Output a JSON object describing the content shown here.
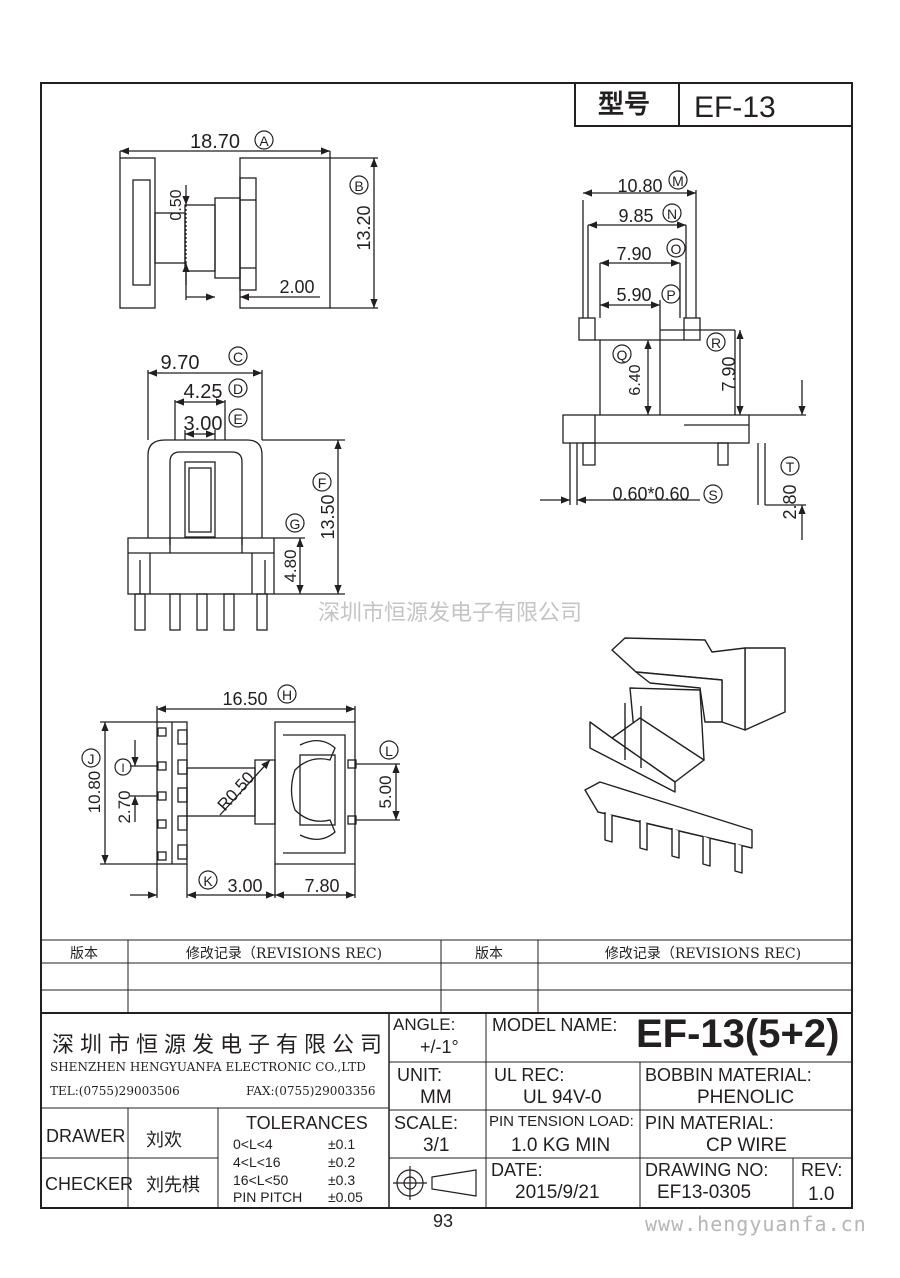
{
  "header": {
    "model_label": "型号",
    "model_value": "EF-13"
  },
  "watermark": "深圳市恒源发电子有限公司",
  "dimensions": {
    "A": {
      "letter": "A",
      "value": "18.70"
    },
    "B": {
      "letter": "B",
      "value": "13.20"
    },
    "small_050": "0.50",
    "small_200": "2.00",
    "C": {
      "letter": "C",
      "value": "9.70"
    },
    "D": {
      "letter": "D",
      "value": "4.25"
    },
    "E": {
      "letter": "E",
      "value": "3.00"
    },
    "F": {
      "letter": "F",
      "value": "13.50"
    },
    "G": {
      "letter": "G",
      "value": "4.80"
    },
    "M": {
      "letter": "M",
      "value": "10.80"
    },
    "N": {
      "letter": "N",
      "value": "9.85"
    },
    "O": {
      "letter": "O",
      "value": "7.90"
    },
    "P": {
      "letter": "P",
      "value": "5.90"
    },
    "Q": {
      "letter": "Q",
      "value": "6.40"
    },
    "R": {
      "letter": "R",
      "value": "7.90"
    },
    "S": {
      "letter": "S",
      "value": "0.60*0.60"
    },
    "T": {
      "letter": "T",
      "value": "2.80"
    },
    "H": {
      "letter": "H",
      "value": "16.50"
    },
    "J": {
      "letter": "J",
      "value": "10.80"
    },
    "I": {
      "letter": "I",
      "value": "2.70"
    },
    "L": {
      "letter": "L",
      "value": "5.00"
    },
    "K": {
      "letter": "K",
      "value": "3.00"
    },
    "dim_780": "7.80",
    "radius": "R0.50"
  },
  "revisions": {
    "version_label": "版本",
    "records_label": "修改记录（REVISIONS REC)"
  },
  "title_block": {
    "company_cn": "深圳市恒源发电子有限公司",
    "company_en": "SHENZHEN HENGYUANFA ELECTRONIC CO.,LTD",
    "tel": "TEL:(0755)29003506",
    "fax": "FAX:(0755)29003356",
    "angle_label": "ANGLE:",
    "angle_value": "+/-1°",
    "model_name_label": "MODEL NAME:",
    "model_name_value": "EF-13(5+2)",
    "unit_label": "UNIT:",
    "unit_value": "MM",
    "ul_label": "UL REC:",
    "ul_value": "UL 94V-0",
    "bobbin_label": "BOBBIN MATERIAL:",
    "bobbin_value": "PHENOLIC",
    "drawer_label": "DRAWER",
    "drawer_name": "刘欢",
    "checker_label": "CHECKER",
    "checker_name": "刘先棋",
    "tolerances_label": "TOLERANCES",
    "tolerances": [
      {
        "range": "0<L<4",
        "value": "±0.1"
      },
      {
        "range": "4<L<16",
        "value": "±0.2"
      },
      {
        "range": "16<L<50",
        "value": "±0.3"
      },
      {
        "range": "PIN PITCH",
        "value": "±0.05"
      }
    ],
    "scale_label": "SCALE:",
    "scale_value": "3/1",
    "pin_tension_label": "PIN TENSION LOAD:",
    "pin_tension_value": "1.0 KG MIN",
    "pin_material_label": "PIN MATERIAL:",
    "pin_material_value": "CP WIRE",
    "date_label": "DATE:",
    "date_value": "2015/9/21",
    "drawing_no_label": "DRAWING NO:",
    "drawing_no_value": "EF13-0305",
    "rev_label": "REV:",
    "rev_value": "1.0"
  },
  "footer": {
    "page_number": "93",
    "website": "www.hengyuanfa.cn"
  }
}
